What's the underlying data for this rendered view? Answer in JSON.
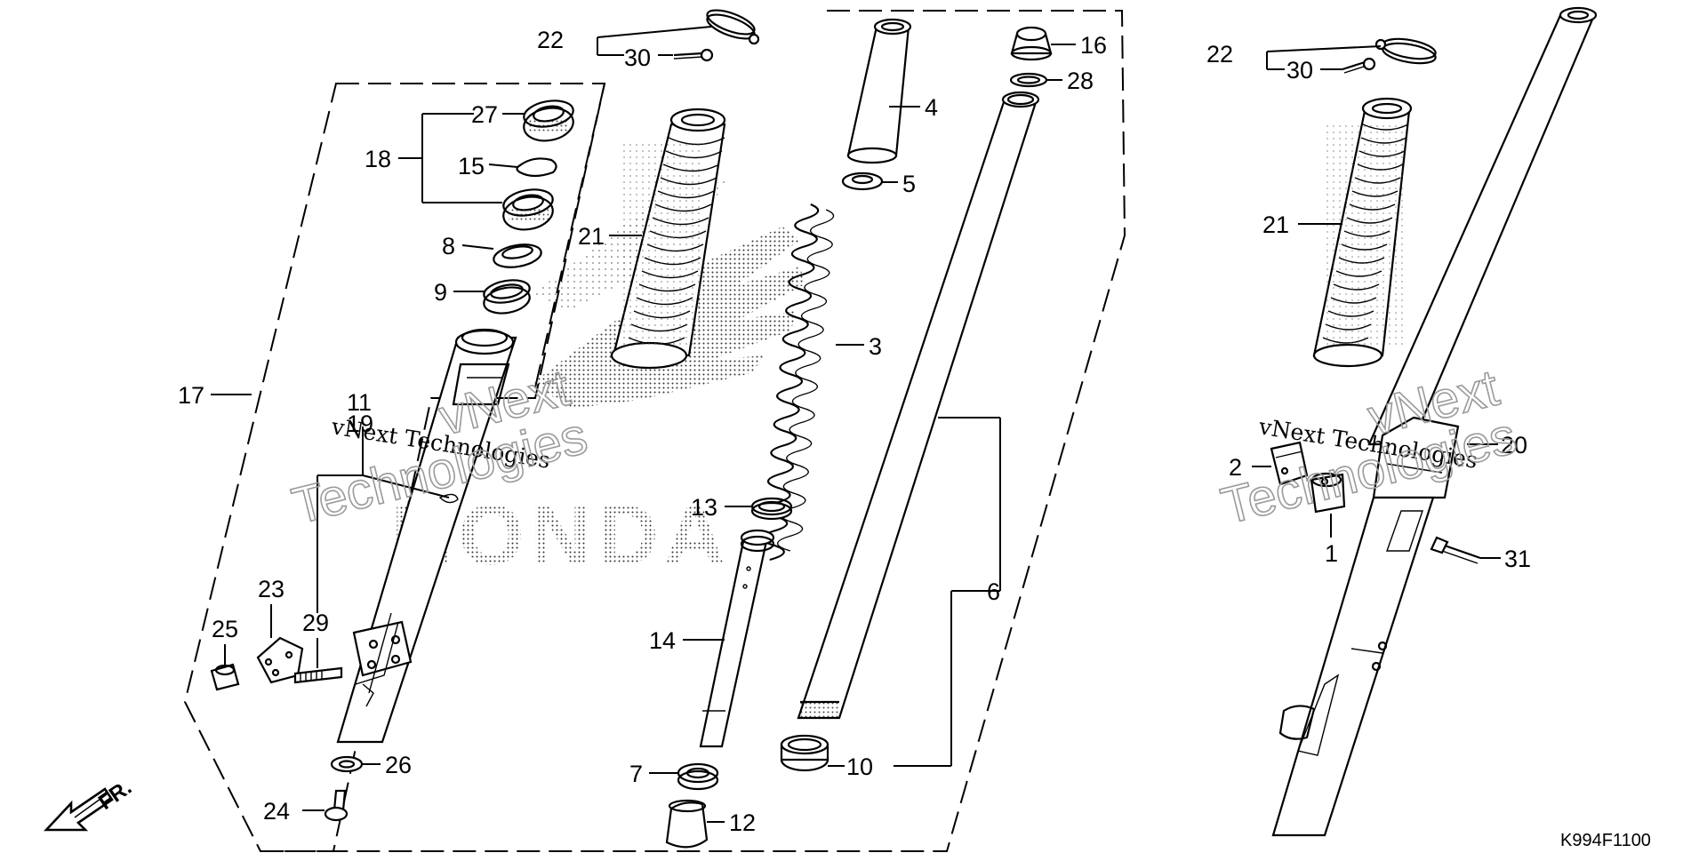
{
  "diagram": {
    "code": "K994F1100",
    "front_arrow_label": "FR.",
    "watermark": {
      "line1": "vNext Technologies",
      "line2a": "vNext",
      "line2b": "Technologies"
    },
    "brand_watermark": "HONDA",
    "labels": {
      "l1": "1",
      "l2": "2",
      "l3": "3",
      "l4": "4",
      "l5": "5",
      "l6": "6",
      "l7": "7",
      "l8": "8",
      "l9": "9",
      "l10": "10",
      "l11": "11",
      "l12": "12",
      "l13": "13",
      "l14": "14",
      "l15": "15",
      "l16": "16",
      "l17": "17",
      "l18": "18",
      "l19": "19",
      "l20": "20",
      "l21a": "21",
      "l21b": "21",
      "l22a": "22",
      "l22b": "22",
      "l23": "23",
      "l24": "24",
      "l25": "25",
      "l26": "26",
      "l27": "27",
      "l28": "28",
      "l29": "29",
      "l30a": "30",
      "l30b": "30",
      "l31": "31"
    }
  }
}
